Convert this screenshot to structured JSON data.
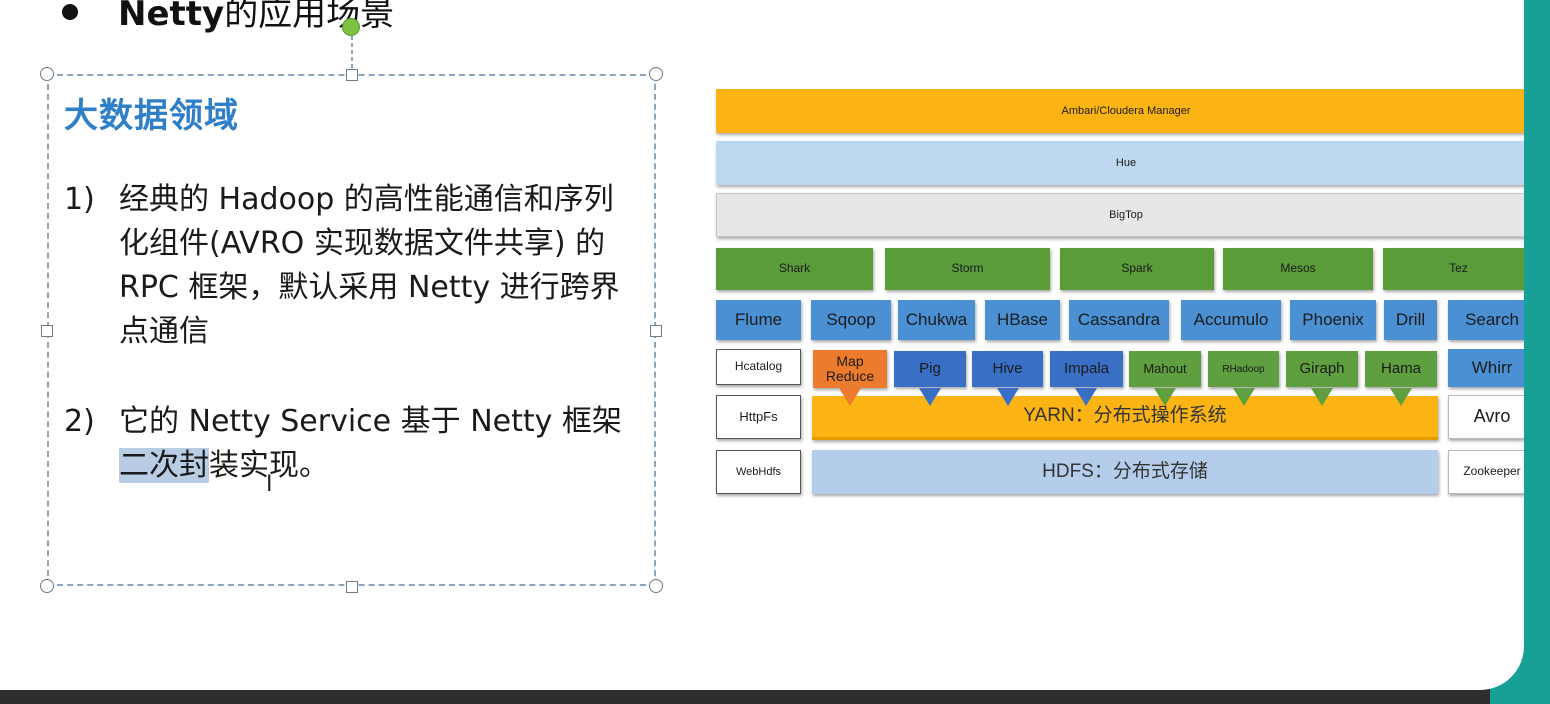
{
  "slide": {
    "heading_bold": "Netty",
    "heading_rest": "的应用场景",
    "section_title": "大数据领域",
    "items": [
      {
        "num": "1)",
        "text": "经典的 Hadoop 的高性能通信和序列化组件(AVRO 实现数据文件共享) 的 RPC 框架，默认采用 Netty 进行跨界点通信"
      },
      {
        "num": "2)",
        "text_before": "它的 Netty Service 基于 Netty 框架",
        "text_selected": "二次封",
        "text_after": "装实现。"
      }
    ]
  },
  "diagram": {
    "top": [
      "Ambari/Cloudera Manager",
      "Hue",
      "BigTop"
    ],
    "green_row": [
      "Shark",
      "Storm",
      "Spark",
      "Mesos",
      "Tez"
    ],
    "blue_row": [
      "Flume",
      "Sqoop",
      "Chukwa",
      "HBase",
      "Cassandra",
      "Accumulo",
      "Phoenix",
      "Drill",
      "Search"
    ],
    "left_col": [
      "Hcatalog",
      "HttpFs",
      "WebHdfs"
    ],
    "engine_row": [
      "Map Reduce",
      "Pig",
      "Hive",
      "Impala",
      "Mahout",
      "RHadoop",
      "Giraph",
      "Hama"
    ],
    "right_col": [
      "Whirr",
      "Avro",
      "Zookeeper"
    ],
    "yarn": "YARN：分布式操作系统",
    "hdfs": "HDFS：分布式存储"
  },
  "colors": {
    "accent_teal": "#17a096",
    "title_blue": "#2e7fc7",
    "selection_highlight": "#b8cde4"
  }
}
